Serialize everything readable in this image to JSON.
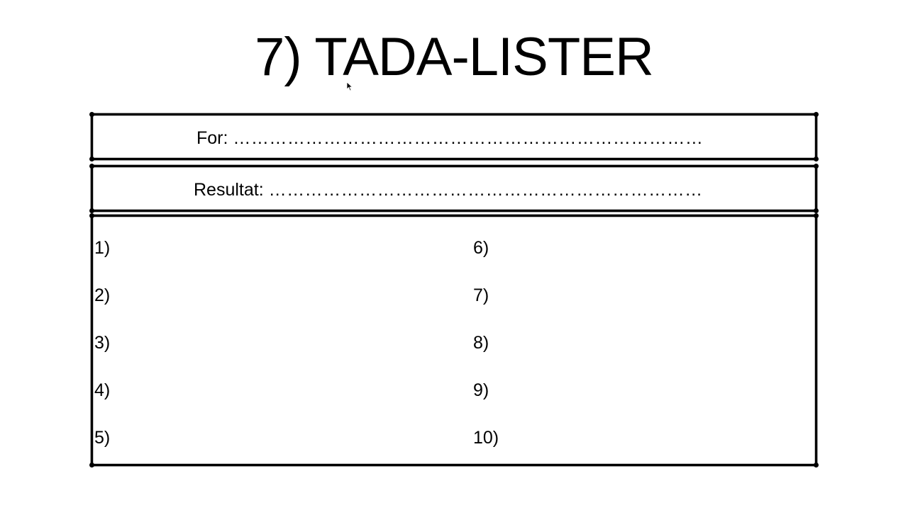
{
  "slide": {
    "title": "7) TADA-LISTER",
    "for_label": "For:",
    "for_dots": "……………………………………………………………………",
    "result_label": "Resultat:",
    "result_dots": "………………………………………………………………",
    "items": [
      "1)",
      "2)",
      "3)",
      "4)",
      "5)",
      "6)",
      "7)",
      "8)",
      "9)",
      "10)"
    ]
  },
  "icons": {
    "cursor": "mouse-pointer-icon"
  }
}
